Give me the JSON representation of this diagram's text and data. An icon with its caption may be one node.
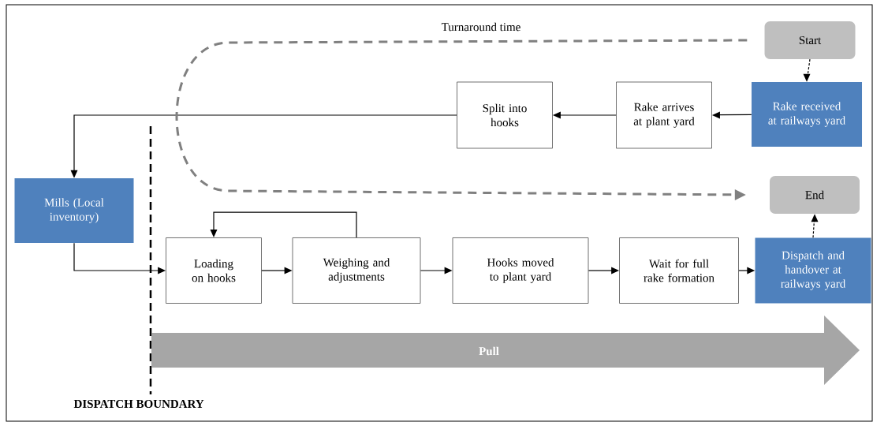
{
  "diagram": {
    "nodes": [
      {
        "text": [
          "Start"
        ]
      },
      {
        "text": [
          "Rake received at railways yard"
        ]
      },
      {
        "text": [
          "Rake arrives at plant yard"
        ]
      },
      {
        "text": [
          "Split into hooks"
        ]
      },
      {
        "text": [
          "Mills (Local inventory)"
        ]
      },
      {
        "text": [
          "Loading on hooks"
        ]
      },
      {
        "text": [
          "Weighing and adjustments"
        ]
      },
      {
        "text": [
          "Hooks moved to plant yard"
        ]
      },
      {
        "text": [
          "Wait for full rake formation"
        ]
      },
      {
        "text": [
          "Dispatch and handover at railways yard"
        ]
      },
      {
        "text": [
          "End"
        ]
      },
      {
        "text": [
          "Pull"
        ]
      }
    ],
    "edges": [
      {
        "from": 0,
        "to": 1,
        "arrow": "to",
        "style": "dashed"
      },
      {
        "from": 1,
        "to": 2,
        "arrow": "to"
      },
      {
        "from": 2,
        "to": 3,
        "arrow": "to"
      },
      {
        "from": 3,
        "to": 4,
        "arrow": "to"
      },
      {
        "from": 4,
        "to": 5,
        "arrow": "to"
      },
      {
        "from": 5,
        "to": 6,
        "arrow": "to"
      },
      {
        "from": 6,
        "to": 5,
        "arrow": "to"
      },
      {
        "from": 6,
        "to": 7,
        "arrow": "to"
      },
      {
        "from": 7,
        "to": 8,
        "arrow": "to"
      },
      {
        "from": 8,
        "to": 9,
        "arrow": "to"
      },
      {
        "from": 9,
        "to": 10,
        "arrow": "to",
        "style": "dashed"
      },
      {
        "from": 0,
        "to": 10,
        "arrow": "to",
        "style": "dashed",
        "color": "#808080",
        "label": "Turnaround time"
      }
    ],
    "labels": [
      "DISPATCH BOUNDARY"
    ]
  }
}
